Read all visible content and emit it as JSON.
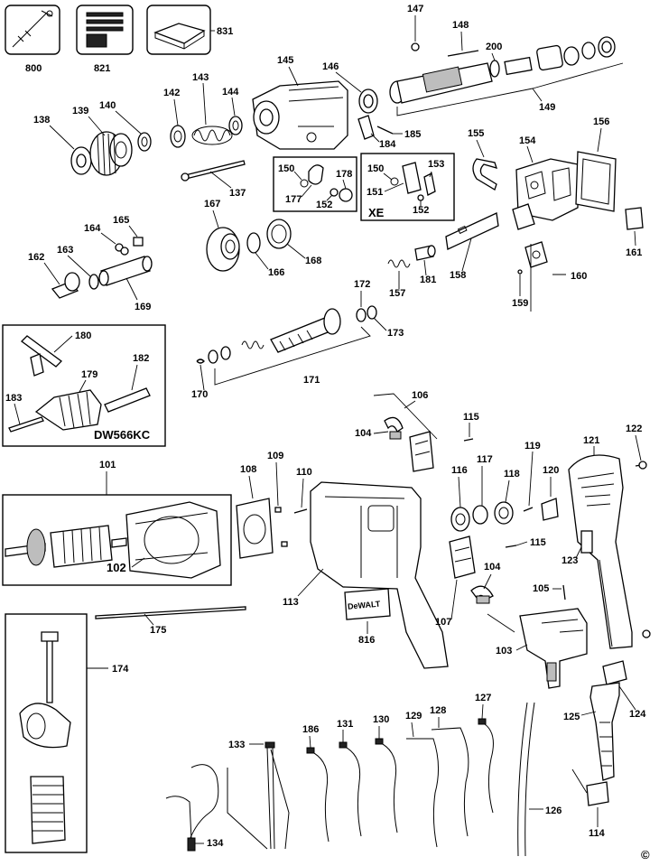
{
  "labels": {
    "p800": "800",
    "p821": "821",
    "p831": "831",
    "p147": "147",
    "p148": "148",
    "p200": "200",
    "p149": "149",
    "p145": "145",
    "p146": "146",
    "p184": "184",
    "p185": "185",
    "p138": "138",
    "p139": "139",
    "p140": "140",
    "p142": "142",
    "p143": "143",
    "p144": "144",
    "p137": "137",
    "p150a": "150",
    "p177": "177",
    "p178": "178",
    "p152a": "152",
    "p150b": "150",
    "p151": "151",
    "p153": "153",
    "p152b": "152",
    "xe": "XE",
    "p155": "155",
    "p154": "154",
    "p156": "156",
    "p161": "161",
    "p167": "167",
    "p166": "166",
    "p168": "168",
    "p162": "162",
    "p163": "163",
    "p164": "164",
    "p165": "165",
    "p169": "169",
    "p157": "157",
    "p181": "181",
    "p158": "158",
    "p159": "159",
    "p160": "160",
    "p172": "172",
    "p173": "173",
    "p171": "171",
    "p170": "170",
    "p180": "180",
    "p179": "179",
    "p182": "182",
    "p183": "183",
    "dw566kc": "DW566KC",
    "p106": "106",
    "p104a": "104",
    "p115a": "115",
    "p121": "121",
    "p122": "122",
    "p101": "101",
    "p102": "102",
    "p108": "108",
    "p109": "109",
    "p110": "110",
    "p116": "116",
    "p117": "117",
    "p118": "118",
    "p119": "119",
    "p120": "120",
    "p115b": "115",
    "p123": "123",
    "p104b": "104",
    "p105": "105",
    "p107": "107",
    "p113": "113",
    "p816": "816",
    "p103": "103",
    "p175": "175",
    "p174": "174",
    "p124": "124",
    "p125": "125",
    "p127": "127",
    "p128": "128",
    "p129": "129",
    "p130": "130",
    "p131": "131",
    "p186": "186",
    "p133": "133",
    "p134": "134",
    "p126": "126",
    "p114": "114",
    "copyright": "©"
  },
  "logo": "DeWALT"
}
